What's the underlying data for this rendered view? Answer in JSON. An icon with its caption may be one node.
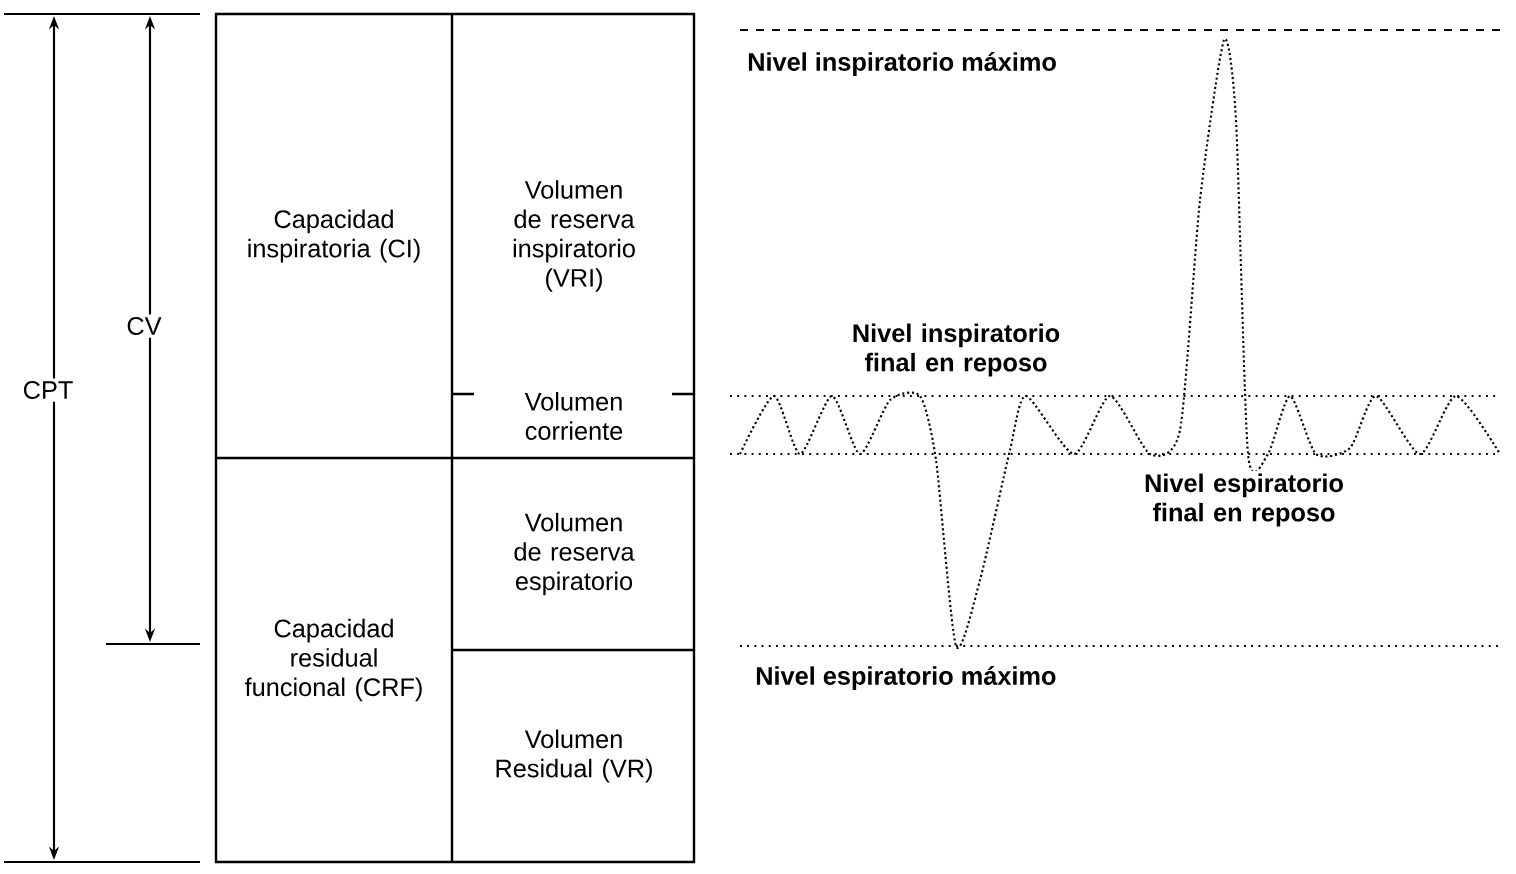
{
  "diagram": {
    "nodes": [
      {
        "text": [
          "Capacidad inspiratoria (CI)"
        ]
      },
      {
        "text": [
          "Capacidad residual funcional (CRF)"
        ]
      },
      {
        "text": [
          "Volumen de reserva inspiratorio (VRI)"
        ]
      },
      {
        "text": [
          "Volumen corriente"
        ]
      },
      {
        "text": [
          "Volumen de reserva espiratorio"
        ]
      },
      {
        "text": [
          "Volumen Residual (VR)"
        ]
      }
    ],
    "labels": [
      "CPT",
      "CV",
      "Nivel inspiratorio máximo",
      "Nivel inspiratorio final en reposo",
      "Nivel espiratorio final en reposo",
      "Nivel espiratorio máximo"
    ]
  }
}
